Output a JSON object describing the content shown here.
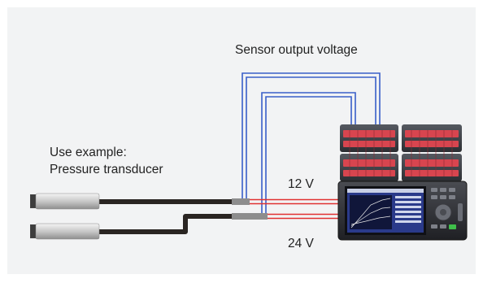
{
  "labels": {
    "sensor_output": "Sensor output voltage",
    "use_example_line1": "Use example:",
    "use_example_line2": "Pressure transducer",
    "supply_12v": "12 V",
    "supply_24v": "24 V"
  },
  "colors": {
    "panel_background": "#f2f3f4",
    "signal_wire": "#3a5fc8",
    "supply_wire": "#e03030",
    "sensor_cable": "#2a2522",
    "sensor_body": "#c9c9c9",
    "logger_body": "#2e2f33",
    "screen": "#2a3a8a"
  },
  "icons": {
    "sensors": "pressure-transducer-icon",
    "logger": "data-logger-icon"
  }
}
